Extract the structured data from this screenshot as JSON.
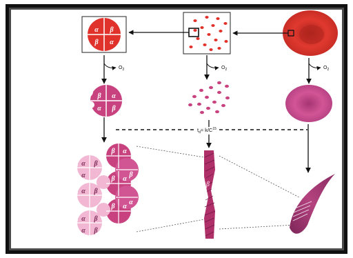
{
  "subunits": {
    "alpha": "α",
    "beta": "β"
  },
  "o2_label": "O",
  "o2_sub": "2",
  "equation": {
    "main": "t",
    "sub": "d",
    "rest": "≈ k/C",
    "sup": "15"
  },
  "colors": {
    "deoxy_red": "#e0322a",
    "sickle_pink": "#c8427f",
    "fiber_magenta": "#b0306a",
    "light_pink": "#f2b8d3",
    "rbc_red": "#d63329",
    "sickle_purple": "#8a2b63"
  }
}
